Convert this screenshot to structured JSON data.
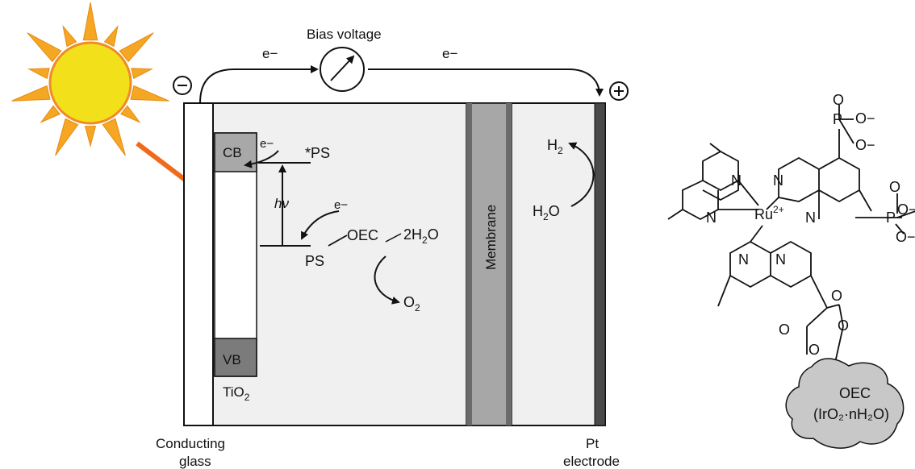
{
  "diagram": {
    "bias_voltage": "Bias voltage",
    "electron": "e−",
    "minus_sign": "−",
    "plus_sign": "+",
    "cb": "CB",
    "vb": "VB",
    "tio2": "TiO",
    "tio2_sub": "2",
    "ps_excited": "*PS",
    "ps": "PS",
    "hv": "hν",
    "oec": "OEC",
    "water_2": "2H",
    "water_2_sub": "2",
    "water_2_o": "O",
    "o2": "O",
    "o2_sub": "2",
    "membrane": "Membrane",
    "h2": "H",
    "h2_sub": "2",
    "h2o": "H",
    "h2o_sub": "2",
    "h2o_o": "O",
    "conducting_glass_1": "Conducting",
    "conducting_glass_2": "glass",
    "pt_electrode_1": "Pt",
    "pt_electrode_2": "electrode",
    "structure": {
      "ru": "Ru",
      "ru_charge": "2+",
      "n": "N",
      "o": "O",
      "p": "P",
      "o_minus": "O−",
      "oec_line1": "OEC",
      "oec_line2": "(IrO₂·nH₂O)"
    }
  },
  "colors": {
    "sun_core": "#f2e11a",
    "sun_rays": "#f5a623",
    "arrow_light": "#f06a1a",
    "cell_fill": "#f0f0f0",
    "band_fill": "#9a9a9a",
    "vb_fill": "#7b7b7b",
    "membrane_fill": "#a7a7a7",
    "electrode_fill": "#4a4a4a",
    "oec_blob": "#c8c8c8"
  }
}
